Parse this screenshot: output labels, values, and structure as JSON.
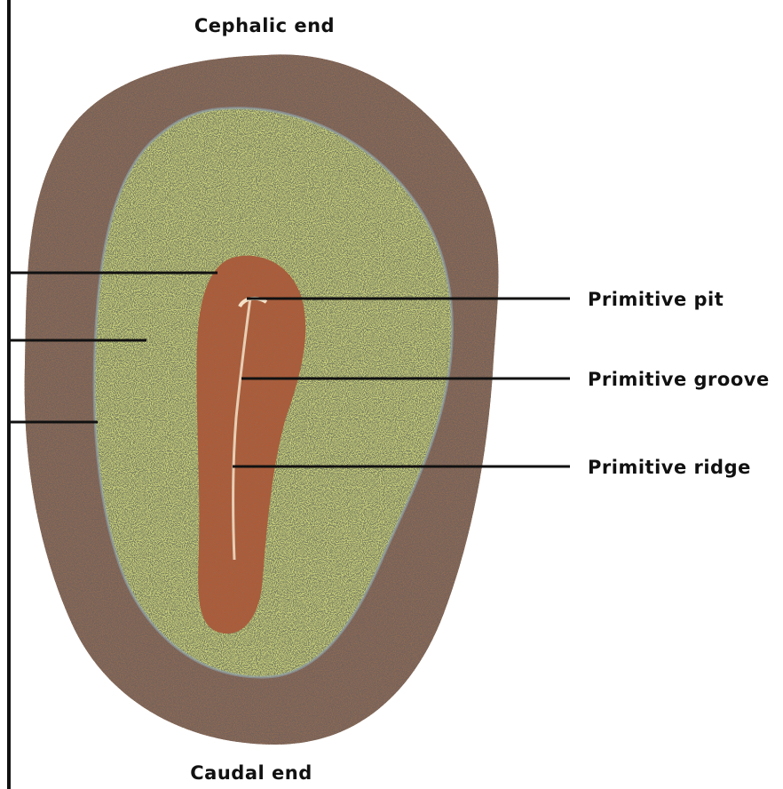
{
  "labels": {
    "cephalic_end": "Cephalic end",
    "caudal_end": "Caudal end",
    "primitive_pit": "Primitive pit",
    "primitive_groove": "Primitive groove",
    "primitive_ridge": "Primitive ridge"
  },
  "colors": {
    "outer_ring": "#8b6a55",
    "embryonic_disc": "#c9d07a",
    "primitive_streak": "#b05a35",
    "leader_lines": "#111111"
  }
}
